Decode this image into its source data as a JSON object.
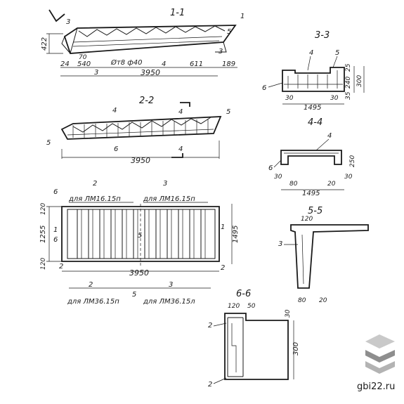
{
  "sections": {
    "s11": "1-1",
    "s22": "2-2",
    "s33": "3-3",
    "s44": "4-4",
    "s55": "5-5",
    "s66": "6-6"
  },
  "dims": {
    "d422": "422",
    "d24": "24",
    "d70": "70",
    "d540": "540",
    "d3950a": "3950",
    "d611": "611",
    "d189": "189",
    "d3950b": "3950",
    "d3950c": "3950",
    "d1495a": "1495",
    "d1495b": "1495",
    "d30a": "30",
    "d30b": "30",
    "d30c": "30",
    "d30d": "30",
    "d25": "25",
    "d35": "35",
    "d240": "240",
    "d300a": "300",
    "d80a": "80",
    "d20a": "20",
    "d250": "250",
    "d120a": "120",
    "d120b": "120",
    "d120c": "120",
    "d120d": "120",
    "d1255": "1255",
    "d1495c": "1495",
    "d80b": "80",
    "d20b": "20",
    "d50": "50",
    "d300b": "300",
    "d30e": "30",
    "d6a": "6",
    "d6b": "6"
  },
  "notes": {
    "rebar": "Øт8 ф40",
    "for_lm1615_a": "для ЛМ16.15п",
    "for_lm1615_b": "для ЛМ16.15п",
    "for_lm3615_a": "для ЛМ36.15п",
    "for_lm3615_b": "для ЛМ36.15л"
  },
  "marks": {
    "m1": "1",
    "m3a": "3",
    "m3b": "3",
    "m3c": "3",
    "m3d": "3",
    "m3e": "3",
    "m4a": "4",
    "m4b": "4",
    "m4c": "4",
    "m4d": "4",
    "m4e": "4",
    "m5a": "5",
    "m5b": "5",
    "m5c": "5",
    "m5d": "5",
    "m5e": "5",
    "m5f": "5",
    "m6a": "6",
    "m6b": "6",
    "m6c": "6",
    "m2a": "2",
    "m2b": "2",
    "m2c": "2",
    "m2d": "2",
    "m2e": "2",
    "m2f": "2",
    "m1b": "1",
    "m1c": "1"
  },
  "watermark": "gbi22.ru",
  "colors": {
    "ink": "#1a1a1a",
    "logo_light": "#c9c9c9",
    "logo_dark": "#8e8e8e"
  }
}
